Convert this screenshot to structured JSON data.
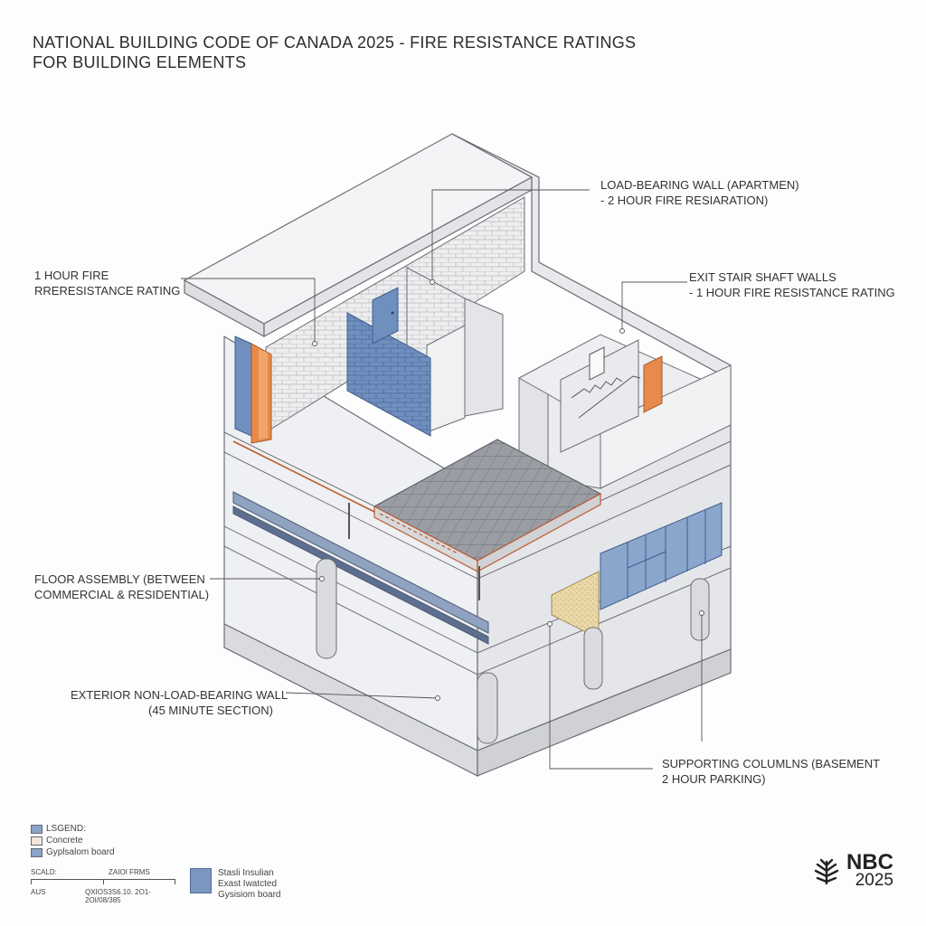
{
  "title": {
    "line1": "NATIONAL BUILDING CODE OF CANADA 2025 - FIRE RESISTANCE RATINGS",
    "line2": "FOR BUILDING ELEMENTS"
  },
  "callouts": {
    "load_bearing": {
      "line1": "LOAD-BEARING WALL (APARTMEN)",
      "line2": "- 2 HOUR FIRE RESIARATION)"
    },
    "one_hour": {
      "line1": "1 HOUR FIRE",
      "line2": "RRERESISTANCE RATING"
    },
    "exit_stair": {
      "line1": "EXIT STAIR SHAFT WALLS",
      "line2": "- 1 HOUR FIRE RESISTANCE RATING"
    },
    "floor_assembly": {
      "line1": "FLOOR ASSEMBLY (BETWEEN",
      "line2": "COMMERCIAL & RESIDENTIAL)"
    },
    "exterior_wall": {
      "line1": "EXTERIOR NON-LOAD-BEARING WALL",
      "line2": "(45 MINUTE SECTION)"
    },
    "columns": {
      "line1": "SUPPORTING COLUMLNS (BASEMENT",
      "line2": "2 HOUR PARKING)"
    }
  },
  "legend": {
    "heading": "LSGEND:",
    "items": [
      {
        "label": "Concrete",
        "color": "#f3e7da"
      },
      {
        "label": "Gyplsalom board",
        "color": "#8aa2c6"
      }
    ],
    "heading_color": "#8aa2c6"
  },
  "scale": {
    "label_left": "SCALD:",
    "label_right": "ZAIOI FRMS",
    "bottom_left": "AUS",
    "bottom_right": "QXIOS3S6.10. 2O1-2OI/08/385"
  },
  "key": {
    "lines": [
      "Stasli Insulian",
      "Exast Iwatcted",
      "Gysisiom board"
    ],
    "color": "#7c97bf"
  },
  "logo": {
    "name": "NBC",
    "year": "2025",
    "icon": "maple-leaf-icon"
  },
  "colors": {
    "concrete": "#e9eaee",
    "gypsum_blue": "#6f8fbf",
    "orange_accent": "#e88a4c",
    "steel_red": "#c0582e",
    "tile_grey": "#8d9096"
  }
}
